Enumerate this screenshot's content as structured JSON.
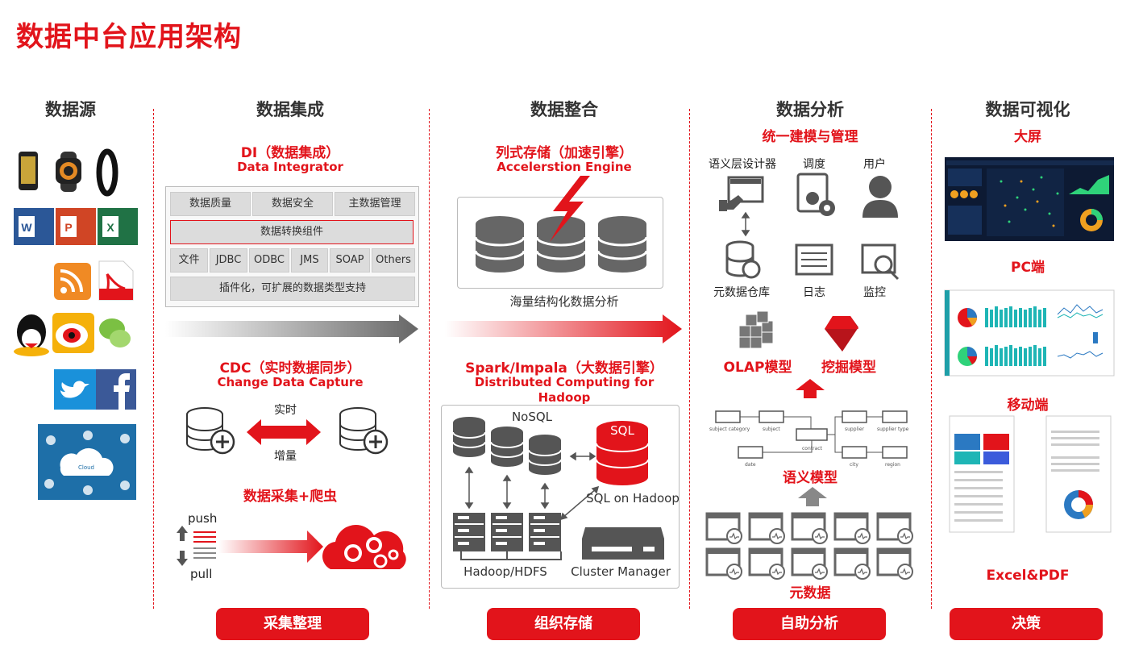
{
  "title": "数据中台应用架构",
  "columns": {
    "source": "数据源",
    "integration": "数据集成",
    "consolidation": "数据整合",
    "analysis": "数据分析",
    "visualization": "数据可视化"
  },
  "integration": {
    "di_title": "DI（数据集成）",
    "di_subtitle": "Data Integrator",
    "row1": [
      "数据质量",
      "数据安全",
      "主数据管理"
    ],
    "row2": "数据转换组件",
    "row3": [
      "文件",
      "JDBC",
      "ODBC",
      "JMS",
      "SOAP",
      "Others"
    ],
    "row4": "插件化，可扩展的数据类型支持",
    "cdc_title": "CDC（实时数据同步）",
    "cdc_subtitle": "Change Data Capture",
    "realtime": "实时",
    "incremental": "增量",
    "crawler_title": "数据采集+爬虫",
    "push": "push",
    "pull": "pull"
  },
  "consolidation": {
    "col_title": "列式存储（加速引擎）",
    "col_subtitle": "Accelerstion Engine",
    "massive": "海量结构化数据分析",
    "spark_title": "Spark/Impala（大数据引擎）",
    "spark_subtitle": "Distributed Computing for Hadoop",
    "nosql": "NoSQL",
    "sql": "SQL",
    "sql_on_hadoop": "SQL on Hadoop",
    "hadoop": "Hadoop/HDFS",
    "cluster": "Cluster Manager"
  },
  "analysis": {
    "unified": "统一建模与管理",
    "semantic_designer": "语义层设计器",
    "schedule": "调度",
    "user": "用户",
    "metadata_repo": "元数据仓库",
    "log": "日志",
    "monitor": "监控",
    "olap": "OLAP模型",
    "mining": "挖掘模型",
    "semantic_model": "语义模型",
    "metadata": "元数据",
    "entities": [
      "subject category",
      "subject",
      "contract",
      "supplier",
      "supplier type",
      "date",
      "city",
      "region"
    ]
  },
  "visualization": {
    "bigscreen": "大屏",
    "pc": "PC端",
    "mobile": "移动端",
    "excel": "Excel&PDF"
  },
  "footer": [
    "采集整理",
    "组织存储",
    "自助分析",
    "决策"
  ],
  "colors": {
    "accent": "#e2141b",
    "gray": "#777777"
  }
}
